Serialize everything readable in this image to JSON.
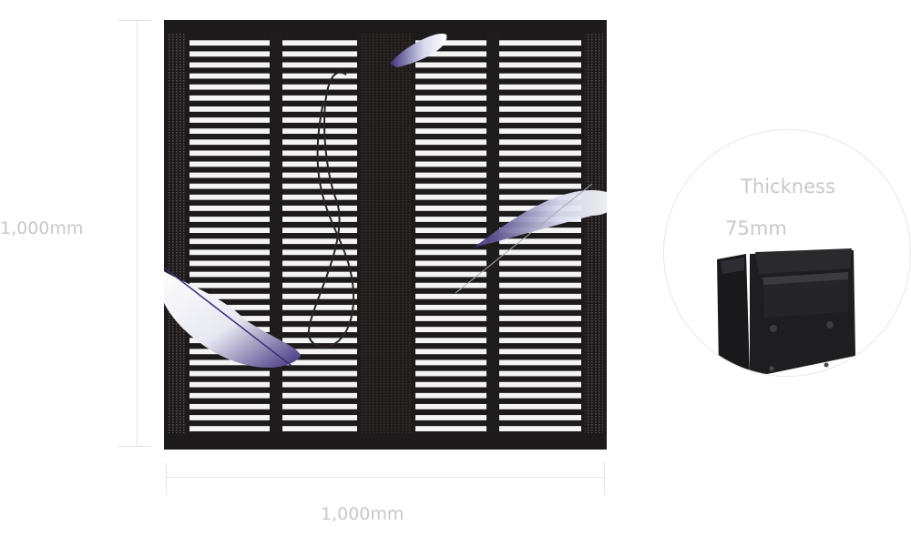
{
  "dimensions": {
    "height_label": "1,000mm",
    "width_label": "1,000mm"
  },
  "detail": {
    "thickness_label": "Thickness",
    "thickness_value": "75mm"
  },
  "colors": {
    "label_gray": "#c8c8c8",
    "guide_gray": "#e2e2e2",
    "panel_dark": "#1c1a1a",
    "feather_blue": "#3d2f7a"
  },
  "panel": {
    "image": "transparent-led-mesh-panel",
    "slat_rows": 36,
    "vertical_sections": 3
  }
}
